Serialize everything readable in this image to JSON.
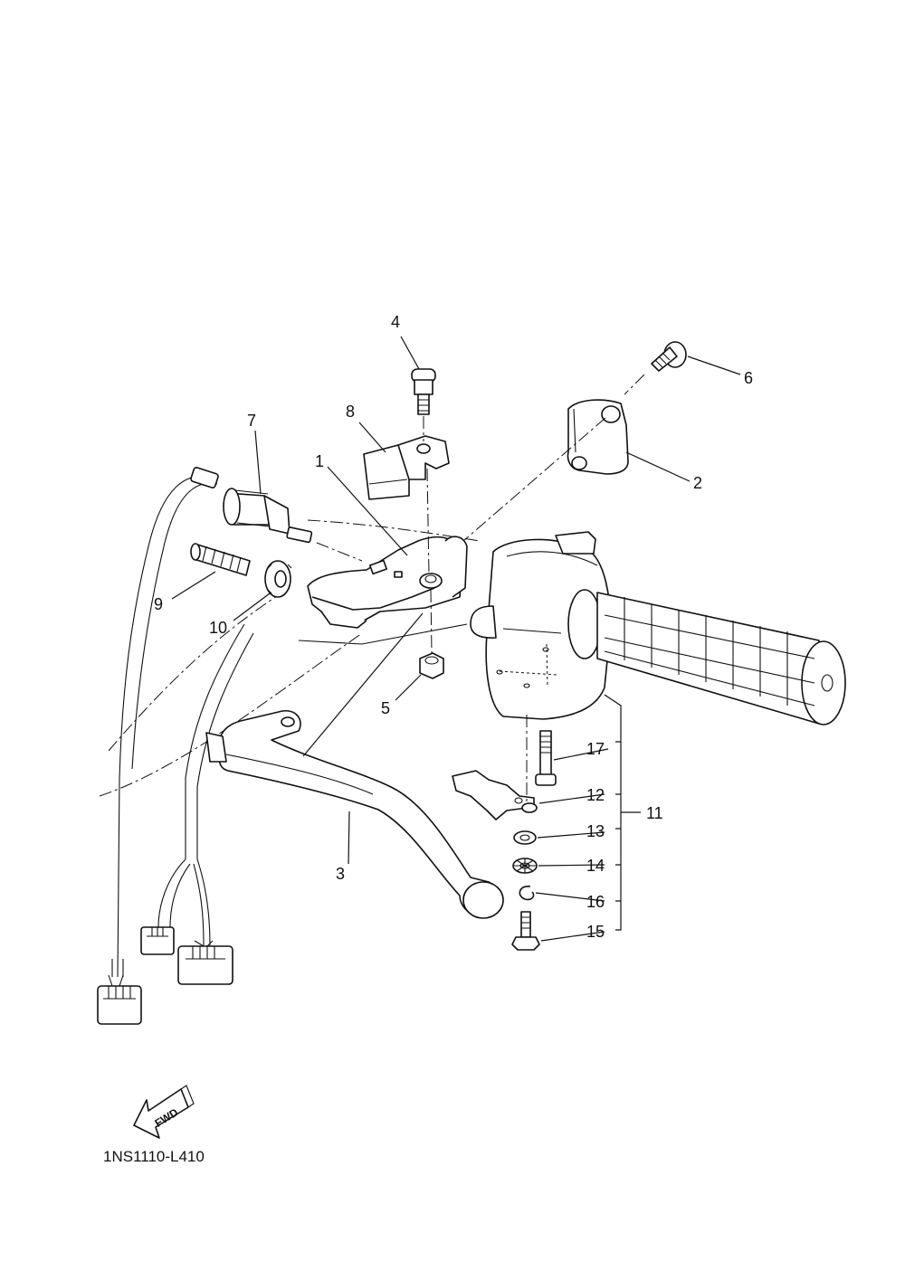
{
  "callouts": {
    "c1": "1",
    "c2": "2",
    "c3": "3",
    "c4": "4",
    "c5": "5",
    "c6": "6",
    "c7": "7",
    "c8": "8",
    "c9": "9",
    "c10": "10",
    "c11": "11",
    "c12": "12",
    "c13": "13",
    "c14": "14",
    "c15": "15",
    "c16": "16",
    "c17": "17"
  },
  "fwd_label": "FWD",
  "diagram_code": "1NS1110-L410",
  "colors": {
    "line": "#111111",
    "background": "#ffffff"
  }
}
